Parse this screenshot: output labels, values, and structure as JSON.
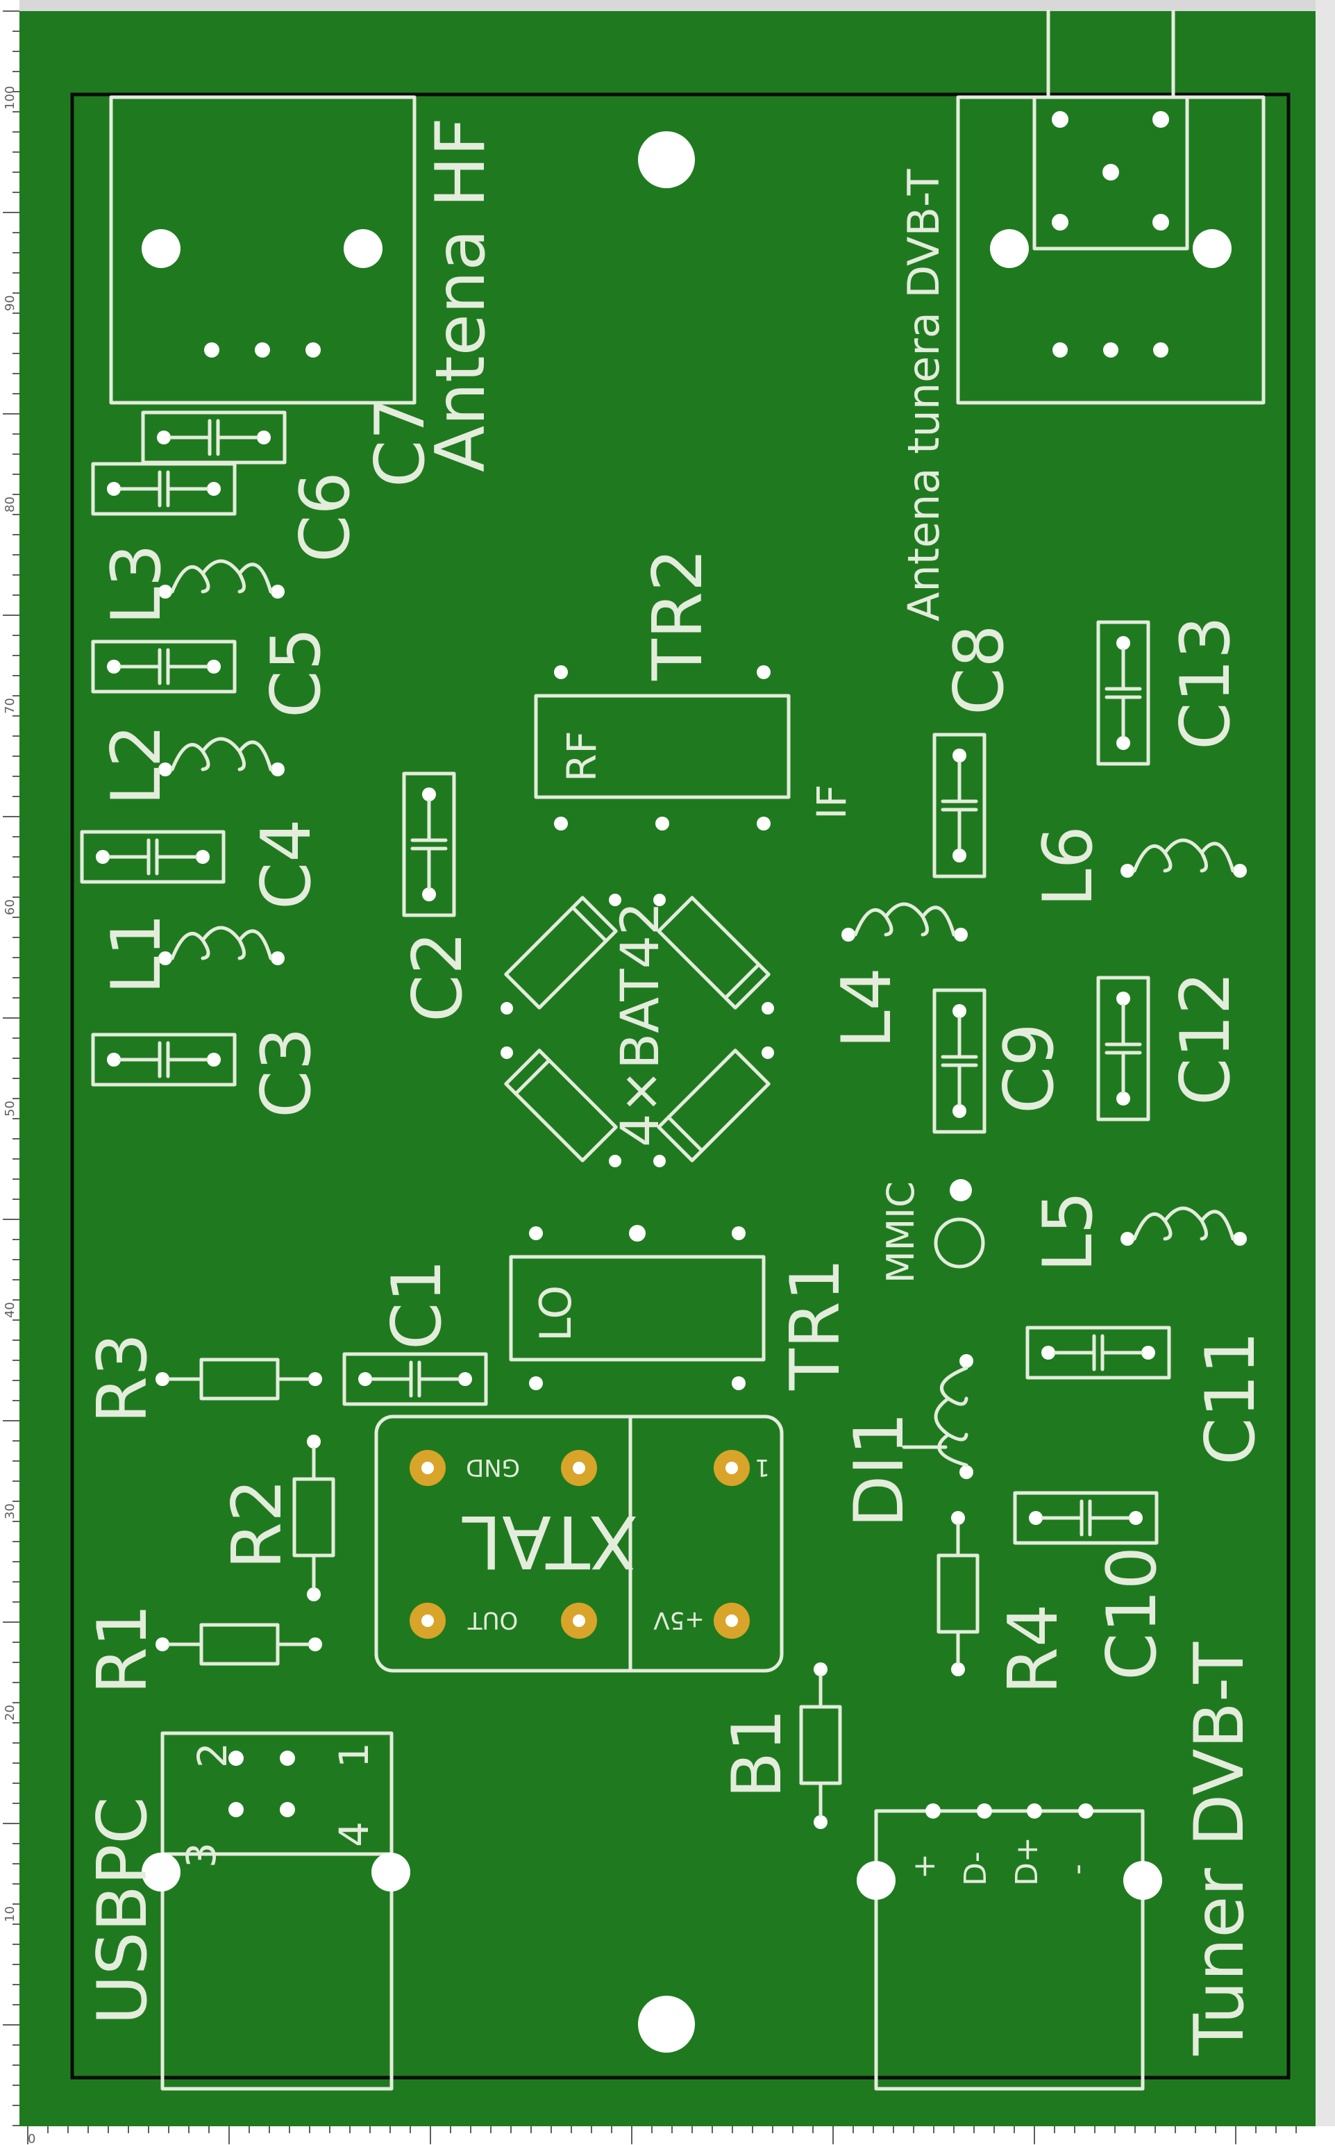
{
  "board": {
    "background": "#1f7a1f",
    "silk_color": "#e4ecdc",
    "outline_color": "#0a0a0a"
  },
  "labels": {
    "antena_hf": "Antena HF",
    "antena_dvbt": "Antena tunera DVB-T",
    "tuner_dvbt": "Tuner DVB-T",
    "usbpc": "USBPC",
    "xtal": "XTAL",
    "bat42": "4×BAT42",
    "mmic": "MMIC",
    "tr1": "TR1",
    "tr2": "TR2",
    "lo": "LO",
    "rf": "RF",
    "if": "IF",
    "gnd": "GND",
    "out": "OUT",
    "plus5v": "+5V",
    "pin1_xtal": "1",
    "di1": "DI1",
    "b1": "B1",
    "r1": "R1",
    "r2": "R2",
    "r3": "R3",
    "r4": "R4",
    "c1": "C1",
    "c2": "C2",
    "c3": "C3",
    "c4": "C4",
    "c5": "C5",
    "c6": "C6",
    "c7": "C7",
    "c8": "C8",
    "c9": "C9",
    "c10": "C10",
    "c11": "C11",
    "c12": "C12",
    "c13": "C13",
    "l1": "L1",
    "l2": "L2",
    "l3": "L3",
    "l4": "L4",
    "l5": "L5",
    "l6": "L6",
    "usb_pin1": "1",
    "usb_pin2": "2",
    "usb_pin3": "3",
    "usb_pin4": "4",
    "usb_plus": "+",
    "usb_dminus": "D-",
    "usb_dplus": "D+",
    "usb_minus": "-"
  },
  "ruler_left": [
    "100",
    "90",
    "80",
    "70",
    "60",
    "50",
    "40",
    "30",
    "20",
    "10"
  ],
  "ruler_bottom": [
    "0"
  ]
}
